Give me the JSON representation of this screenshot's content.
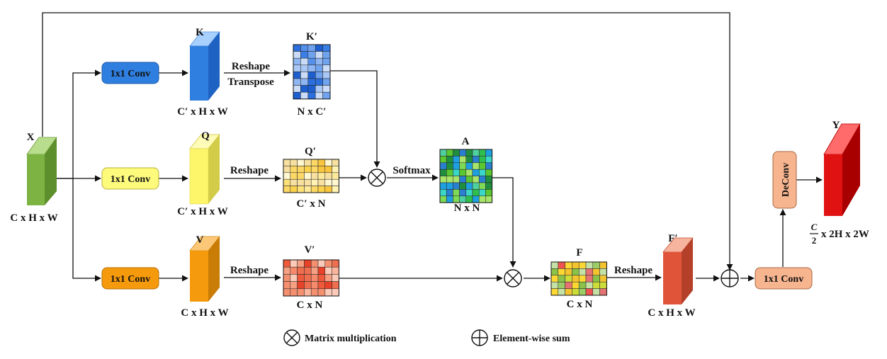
{
  "colors": {
    "blue": "#2f7fe0",
    "yellow": "#fdf56a",
    "orange": "#f59a0c",
    "salmon": "#f6b48f",
    "green": "#7cb342",
    "red": "#e01212",
    "featF": "#e0553a"
  },
  "input": {
    "name": "X",
    "dims": "C x H x W"
  },
  "branch_k": {
    "conv": "1x1 Conv",
    "name": "K",
    "dims": "C′ x H x W",
    "op_line1": "Reshape",
    "op_line2": "Transpose",
    "out_name": "K′",
    "out_dims": "N x C′"
  },
  "branch_q": {
    "conv": "1x1 Conv",
    "name": "Q",
    "dims": "C′ x H x W",
    "op": "Reshape",
    "out_name": "Q′",
    "out_dims": "C′ x N"
  },
  "branch_v": {
    "conv": "1x1 Conv",
    "name": "V",
    "dims": "C x H x W",
    "op": "Reshape",
    "out_name": "V′",
    "out_dims": "C x N"
  },
  "attention": {
    "op": "Softmax",
    "name": "A",
    "dims": "N x N"
  },
  "fused": {
    "name": "F",
    "dims": "C x N",
    "op": "Reshape"
  },
  "fprime": {
    "name": "F′",
    "dims": "C x H x W"
  },
  "final_conv": "1x1 Conv",
  "deconv": "DeConv",
  "output": {
    "name": "Y",
    "frac_num": "C",
    "frac_den": "2",
    "dims_rest": "x 2H x 2W"
  },
  "legend": {
    "mult": "Matrix multiplication",
    "sum": "Element-wise sum"
  }
}
